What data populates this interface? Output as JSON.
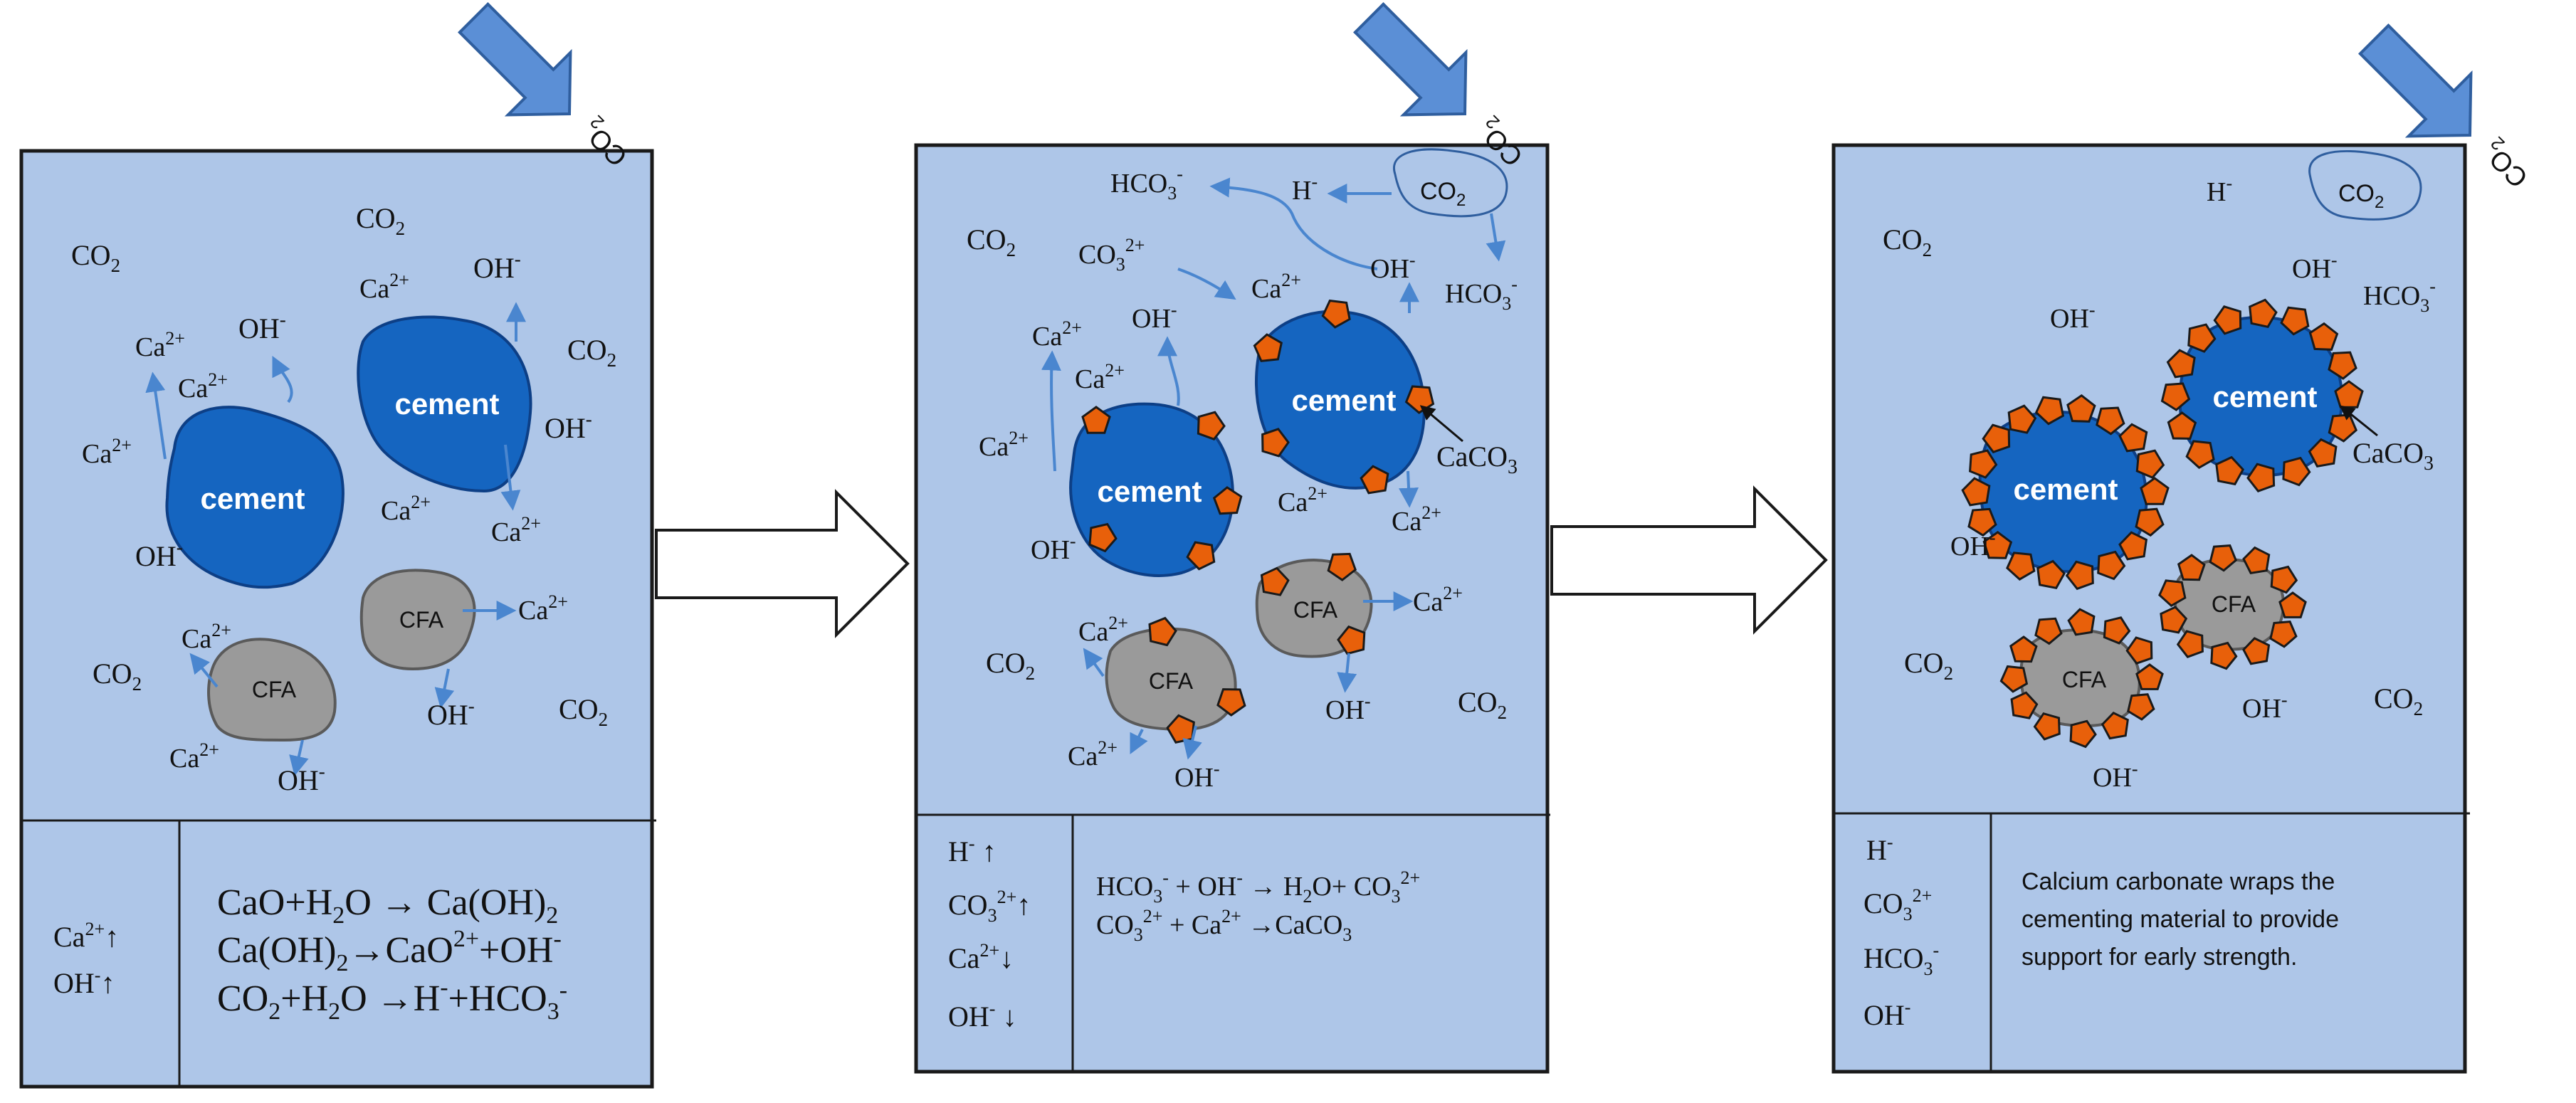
{
  "colors": {
    "panel": "#aec6e8",
    "panel_border": "#1a1a1a",
    "cement": "#1565c0",
    "cement_edge": "#0d3f86",
    "cfa": "#9a9a9a",
    "caco3": "#e8600a",
    "blue_arrow": "#4a86cf",
    "co2_arrow": "#5b8fd6",
    "caco3_text": "#e46c0a"
  },
  "glyphs": {
    "up": "↑",
    "down": "↓",
    "right": "→"
  },
  "particles": {
    "cement": "cement",
    "cfa": "CFA",
    "caco3": "CaCO",
    "caco3_sub": "3"
  },
  "species": {
    "co2": {
      "base": "CO",
      "sub": "2"
    },
    "ca": {
      "base": "Ca",
      "sup": "2+"
    },
    "oh": {
      "base": "OH",
      "sup": "-"
    },
    "h": {
      "base": "H",
      "sup": "-"
    },
    "hco3": {
      "base": "HCO",
      "sub": "3",
      "sup": "-"
    },
    "co3": {
      "base": "CO",
      "sub": "3",
      "sup": "2+"
    }
  },
  "panel1": {
    "trends": [
      "Ca2+↑",
      "OH-↑"
    ],
    "equations": [
      "CaO+H2O → Ca(OH)2",
      "Ca(OH)2→CaO2++OH-",
      "CO2+H2O →H-+HCO3-"
    ]
  },
  "panel2": {
    "trends": [
      "H- ↑",
      "CO32+↑",
      "Ca2+↓",
      "OH- ↓"
    ],
    "equations": [
      "HCO3- + OH- → H2O+ CO32+",
      "CO32+ + Ca2+ →CaCO3"
    ]
  },
  "panel3": {
    "trends": [
      "H-",
      "CO32+",
      "HCO3-",
      "OH-"
    ],
    "description": [
      "Calcium carbonate wraps the",
      "cementing material to provide",
      "support for early strength."
    ]
  }
}
